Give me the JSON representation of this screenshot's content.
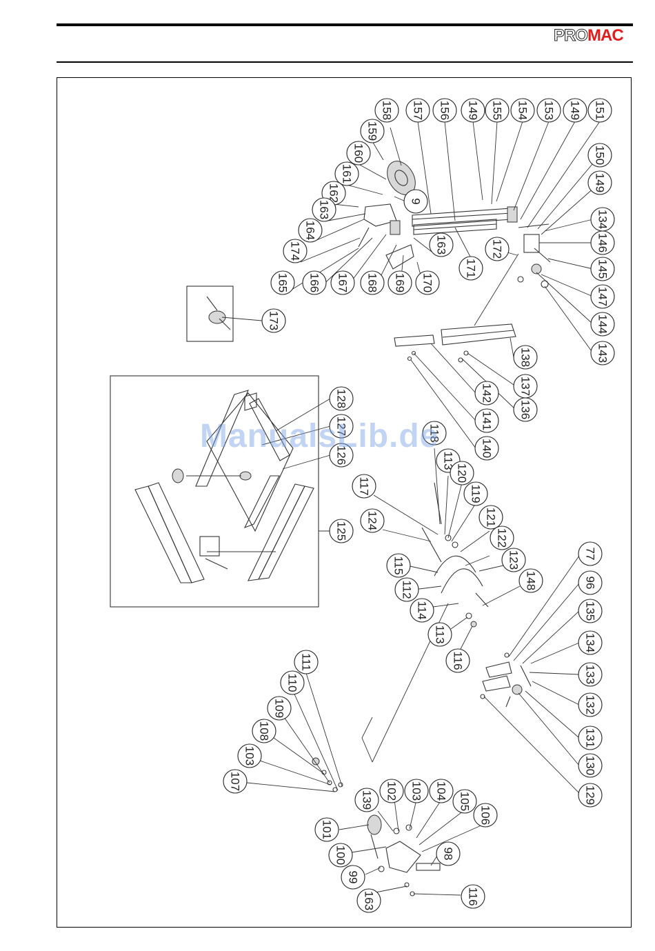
{
  "header": {
    "logo_pro": "PRO",
    "logo_mac": "MAC",
    "logo_colors": {
      "pro": "#ffffff",
      "mac": "#e21b1b"
    }
  },
  "watermark": "ManualsLib.de",
  "callouts": [
    {
      "label": "158"
    },
    {
      "label": "157"
    },
    {
      "label": "156"
    },
    {
      "label": "149"
    },
    {
      "label": "155"
    },
    {
      "label": "154"
    },
    {
      "label": "153"
    },
    {
      "label": "149"
    },
    {
      "label": "151"
    },
    {
      "label": "159"
    },
    {
      "label": "160"
    },
    {
      "label": "161"
    },
    {
      "label": "9"
    },
    {
      "label": "162"
    },
    {
      "label": "163"
    },
    {
      "label": "164"
    },
    {
      "label": "174"
    },
    {
      "label": "165"
    },
    {
      "label": "166"
    },
    {
      "label": "167"
    },
    {
      "label": "168"
    },
    {
      "label": "169"
    },
    {
      "label": "170"
    },
    {
      "label": "163"
    },
    {
      "label": "171"
    },
    {
      "label": "172"
    },
    {
      "label": "150"
    },
    {
      "label": "149"
    },
    {
      "label": "134"
    },
    {
      "label": "146"
    },
    {
      "label": "145"
    },
    {
      "label": "147"
    },
    {
      "label": "144"
    },
    {
      "label": "143"
    },
    {
      "label": "173"
    },
    {
      "label": "138"
    },
    {
      "label": "137"
    },
    {
      "label": "136"
    },
    {
      "label": "142"
    },
    {
      "label": "141"
    },
    {
      "label": "140"
    },
    {
      "label": "128"
    },
    {
      "label": "127"
    },
    {
      "label": "126"
    },
    {
      "label": "125"
    },
    {
      "label": "118"
    },
    {
      "label": "113"
    },
    {
      "label": "120"
    },
    {
      "label": "119"
    },
    {
      "label": "117"
    },
    {
      "label": "124"
    },
    {
      "label": "121"
    },
    {
      "label": "122"
    },
    {
      "label": "123"
    },
    {
      "label": "115"
    },
    {
      "label": "112"
    },
    {
      "label": "148"
    },
    {
      "label": "114"
    },
    {
      "label": "113"
    },
    {
      "label": "116"
    },
    {
      "label": "77"
    },
    {
      "label": "96"
    },
    {
      "label": "135"
    },
    {
      "label": "134"
    },
    {
      "label": "133"
    },
    {
      "label": "132"
    },
    {
      "label": "131"
    },
    {
      "label": "130"
    },
    {
      "label": "129"
    },
    {
      "label": "111"
    },
    {
      "label": "110"
    },
    {
      "label": "109"
    },
    {
      "label": "108"
    },
    {
      "label": "103"
    },
    {
      "label": "107"
    },
    {
      "label": "139"
    },
    {
      "label": "102"
    },
    {
      "label": "103"
    },
    {
      "label": "104"
    },
    {
      "label": "105"
    },
    {
      "label": "106"
    },
    {
      "label": "101"
    },
    {
      "label": "100"
    },
    {
      "label": "99"
    },
    {
      "label": "98"
    },
    {
      "label": "163"
    },
    {
      "label": "116"
    }
  ]
}
